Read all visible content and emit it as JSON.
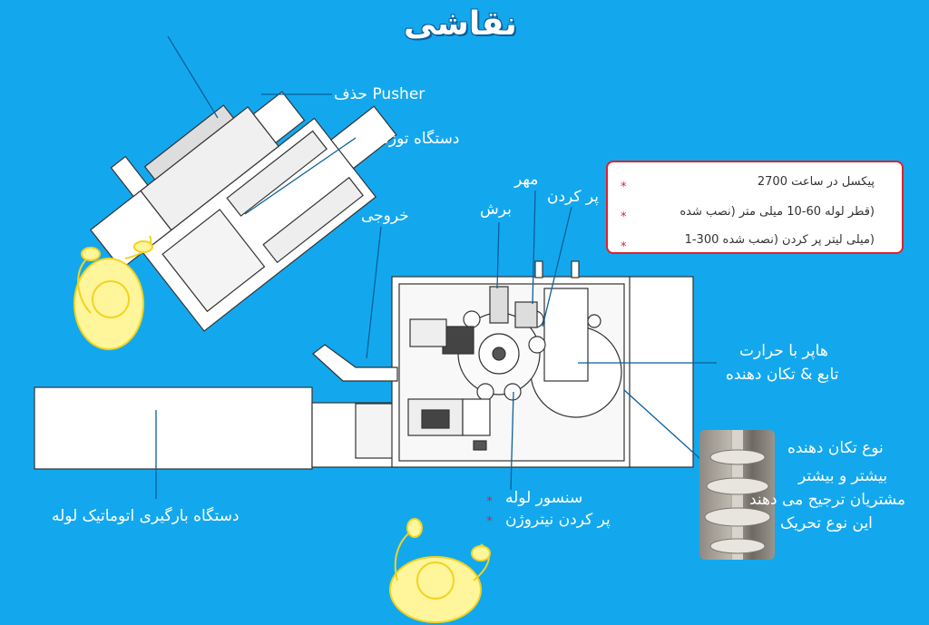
{
  "title": "نقاشی",
  "labels": {
    "pusher": "Pusher حذف",
    "weighing": "دستگاه توزنی",
    "output": "خروجی",
    "stamp": "مهر",
    "cut": "برش",
    "fill": "پر کردن",
    "hopper_line1": "هاپر با حرارت",
    "hopper_line2": "تابع & تکان دهنده",
    "sensor_line1": "سنسور لوله",
    "sensor_line2": "پر کردن نیتروژن",
    "loader": "دستگاه بارگیری اتوماتیک لوله",
    "agitator_line1": "نوع تکان دهنده",
    "agitator_line2": "بیشتر و بیشتر",
    "agitator_line3": "مشتریان ترجیح می دهند",
    "agitator_line4": "این نوع تحریک"
  },
  "specs": [
    "پیکسل در ساعت 2700",
    "(قطر لوله 60-10 میلی متر (نصب شده",
    "(میلی لیتر پر کردن (نصب شده 300-1"
  ],
  "colors": {
    "background": "#13a8ee",
    "accent_red": "#e0202a",
    "figure_yellow": "#fff59a"
  }
}
